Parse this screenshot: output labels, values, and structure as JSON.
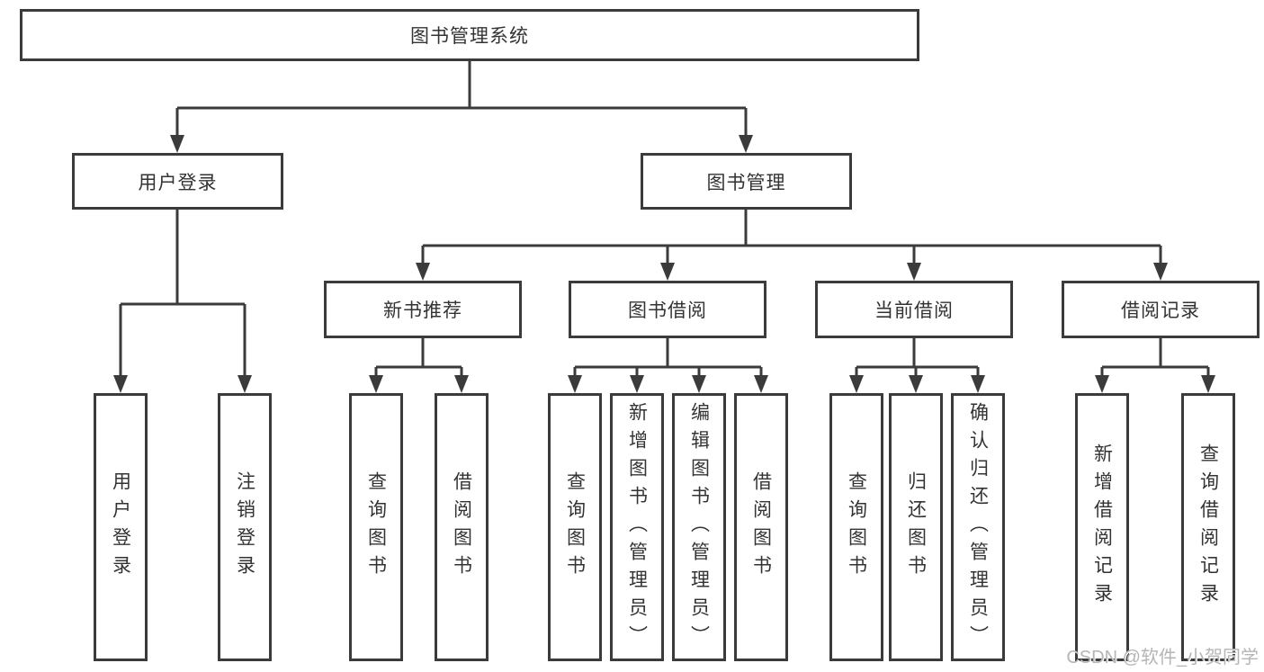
{
  "tree": {
    "root": {
      "label": "图书管理系统",
      "children": [
        {
          "label": "用户登录",
          "children": [
            {
              "label": "用户登录"
            },
            {
              "label": "注销登录"
            }
          ]
        },
        {
          "label": "图书管理",
          "children": [
            {
              "label": "新书推荐",
              "children": [
                {
                  "label": "查询图书"
                },
                {
                  "label": "借阅图书"
                }
              ]
            },
            {
              "label": "图书借阅",
              "children": [
                {
                  "label": "查询图书"
                },
                {
                  "label": "新增图书（管理员）"
                },
                {
                  "label": "编辑图书（管理员）"
                },
                {
                  "label": "借阅图书"
                }
              ]
            },
            {
              "label": "当前借阅",
              "children": [
                {
                  "label": "查询图书"
                },
                {
                  "label": "归还图书"
                },
                {
                  "label": "确认归还（管理员）"
                }
              ]
            },
            {
              "label": "借阅记录",
              "children": [
                {
                  "label": "新增借阅记录"
                },
                {
                  "label": "查询借阅记录"
                }
              ]
            }
          ]
        }
      ]
    }
  },
  "watermark": {
    "text": "CSDN @软件_小贺同学"
  },
  "colors": {
    "line": "#3b3b3b",
    "text": "#333333",
    "background": "#ffffff",
    "watermark": "#b5b5b5"
  }
}
